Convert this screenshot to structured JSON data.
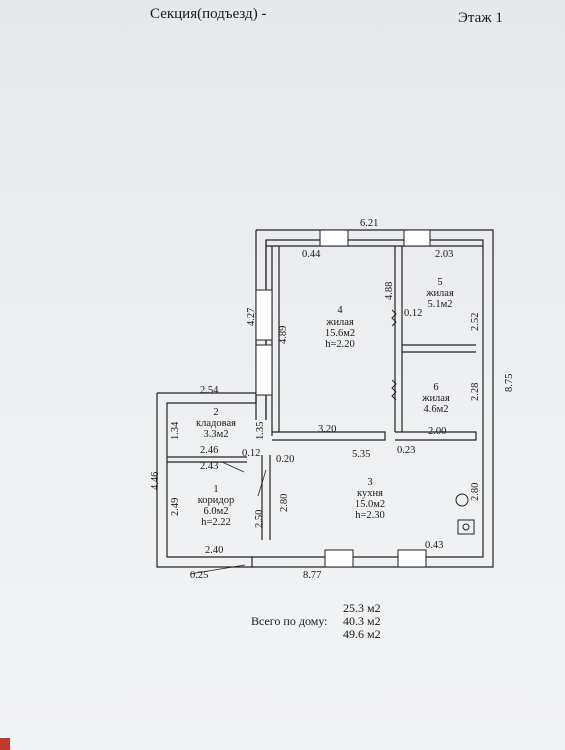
{
  "header": {
    "section": "Секция(подъезд) -",
    "floor": "Этаж 1"
  },
  "dimensions": [
    "6.21",
    "0.44",
    "2.03",
    "4.88",
    "0.12",
    "2.52",
    "4.27",
    "4.89",
    "2.28",
    "8.75",
    "2.54",
    "1.34",
    "1.35",
    "3.20",
    "2.00",
    "5.35",
    "0.23",
    "2.46",
    "0.12",
    "0.20",
    "2.43",
    "4.46",
    "2.49",
    "2.80",
    "2.50",
    "2.80",
    "2.40",
    "0.43",
    "0.25",
    "8.77"
  ],
  "rooms": [
    {
      "num": "4",
      "type": "жилая",
      "area": "15.6м2",
      "height": "h=2.20"
    },
    {
      "num": "5",
      "type": "жилая",
      "area": "5.1м2"
    },
    {
      "num": "6",
      "type": "жилая",
      "area": "4.6м2"
    },
    {
      "num": "2",
      "type": "кладовая",
      "area": "3.3м2"
    },
    {
      "num": "1",
      "type": "коридор",
      "area": "6.0м2",
      "height": "h=2.22"
    },
    {
      "num": "3",
      "type": "кухня",
      "area": "15.0м2",
      "height": "h=2.30"
    }
  ],
  "totals": {
    "label": "Всего по дому:",
    "values": [
      "25.3 м2",
      "40.3 м2",
      "49.6 м2"
    ]
  }
}
